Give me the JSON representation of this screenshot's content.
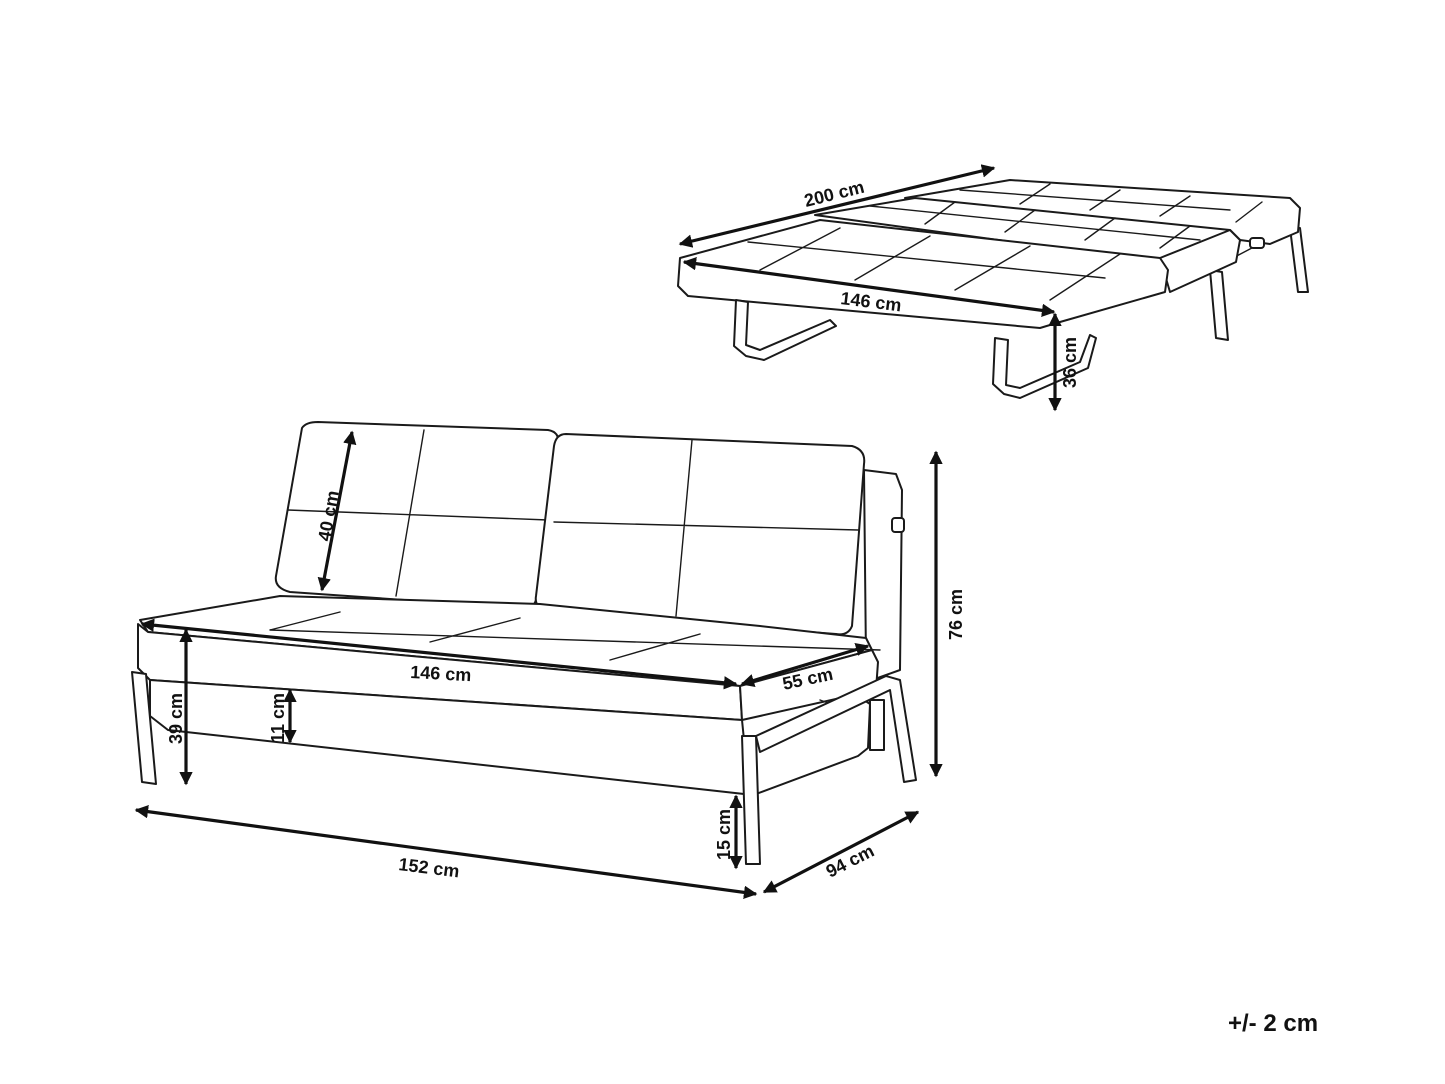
{
  "bed": {
    "length_label": "200 cm",
    "width_label": "146 cm",
    "height_label": "36 cm"
  },
  "sofa": {
    "backrest_label": "40 cm",
    "seat_width_label": "146 cm",
    "seat_depth_label": "55 cm",
    "total_height_label": "76 cm",
    "seat_height_label": "39 cm",
    "mattress_label": "11 cm",
    "clearance_label": "15 cm",
    "total_width_label": "152 cm",
    "total_depth_label": "94 cm"
  },
  "tolerance": "+/- 2 cm"
}
